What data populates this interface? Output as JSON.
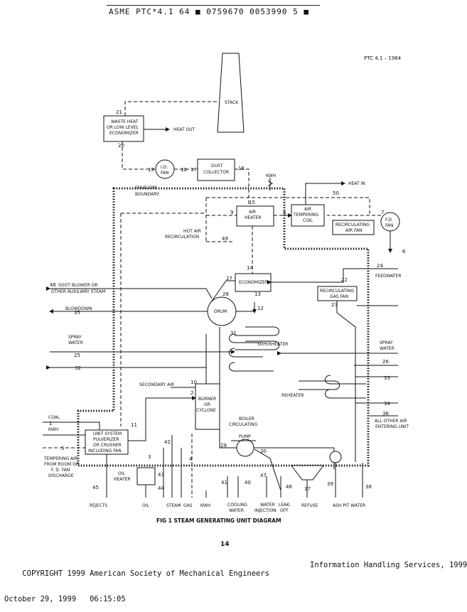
{
  "header": {
    "id_line": "ASME PTC*4.1 64 ■ 0759670 0053990 5 ■",
    "standard_ref": "PTC 4.1 – 1964"
  },
  "components": {
    "stack": "STACK",
    "economizer_waste_1": "WASTE HEAT",
    "economizer_waste_2": "OR LOW LEVEL",
    "economizer_waste_3": "ECONOMIZER",
    "heat_out": "HEAT OUT",
    "id_fan_1": "I.D.",
    "id_fan_2": "FAN",
    "dust_1": "DUST",
    "dust_2": "COLLECTOR",
    "kwh": "KWH",
    "heat_in": "HEAT IN",
    "envelope_1": "ENVELOPE",
    "envelope_2": "BOUNDARY:",
    "air_heater_1": "AIR",
    "air_heater_2": "HEATER",
    "tempering_1": "AIR",
    "tempering_2": "TEMPERING",
    "tempering_3": "COIL",
    "recirc_air_1": "RECIRCULATING",
    "recirc_air_2": "AIR FAN",
    "fd_fan_1": "F.D.",
    "fd_fan_2": "FAN",
    "hot_air_1": "HOT AIR",
    "hot_air_2": "RECIRCULATION",
    "economizer": "ECONOMIZER",
    "feedwater": "FEEDWATER",
    "soot_1": "SOOT BLOWER OR",
    "soot_2": "OTHER AUXILIARY STEAM",
    "recirc_gas_1": "RECIRCULATING",
    "recirc_gas_2": "GAS FAN",
    "blowdown": "BLOWDOWN",
    "drum": "DRUM",
    "spray_left_1": "SPRAY",
    "spray_left_2": "WATER",
    "superheater": "SUPERHEATER",
    "spray_right_1": "SPRAY",
    "spray_right_2": "WATER",
    "secondary_air": "SECONDARY AIR",
    "burner_1": "BURNER",
    "burner_2": "OR",
    "burner_3": "CYCLONE",
    "reheater": "REHEATER",
    "coal": "COAL",
    "kwh_left": "KWH",
    "pulv_1": "UNIT SYSTEM",
    "pulv_2": "PULVERIZER",
    "pulv_3": "OR CRUSHER",
    "pulv_4": "INCLUDING FAN",
    "boiler_pump_1": "BOILER",
    "boiler_pump_2": "CIRCULATING",
    "boiler_pump_3": "PUMP",
    "all_other_1": "ALL OTHER AIR",
    "all_other_2": "ENTERING UNIT",
    "tempering_air_1": "TEMPERING AIR",
    "tempering_air_2": "FROM ROOM OR",
    "tempering_air_3": "F. D. FAN",
    "tempering_air_4": "DISCHARGE",
    "oil_heater_1": "OIL",
    "oil_heater_2": "HEATER",
    "rejects": "REJECTS",
    "oil": "OIL",
    "steam": "STEAM",
    "gas": "GAS",
    "kwh_bottom": "KWH",
    "cooling_1": "COOLING",
    "cooling_2": "WATER",
    "water_inj_1": "WATER",
    "water_inj_2": "INJECTION",
    "leakoff_1": "LEAK-",
    "leakoff_2": "OFF",
    "refuse": "REFUSE",
    "ash_pit": "ASH PIT WATER"
  },
  "numbers": {
    "n1": "1",
    "n2": "2",
    "n3": "3",
    "n4": "4",
    "n5": "5",
    "n6": "6",
    "n7": "7",
    "n8": "8",
    "n9": "9",
    "n10": "10",
    "n11": "11",
    "n12": "12",
    "n13": "13",
    "n14": "14",
    "n15": "15",
    "n16": "16",
    "n17": "17",
    "n18": "18",
    "n19": "19",
    "n20": "20",
    "n21": "21",
    "n22": "22",
    "n23": "23",
    "n24": "24",
    "n25": "25",
    "n26": "26",
    "n27": "27",
    "n28": "28",
    "n29": "29",
    "n30": "30",
    "n31": "31",
    "n32": "32",
    "n33": "33",
    "n34": "34",
    "n35": "35",
    "n36": "36",
    "n37": "37",
    "n38": "38",
    "n39": "39",
    "n40": "40",
    "n41": "41",
    "n42": "42",
    "n43": "43",
    "n44": "44",
    "n45": "45",
    "n46": "46",
    "n47": "47",
    "n48": "48",
    "n49": "49",
    "n50": "50"
  },
  "caption": "FIG 1 STEAM GENERATING UNIT DIAGRAM",
  "page_number": "14",
  "footer": {
    "copyright": "COPYRIGHT 1999 American Society of Mechanical Engineers",
    "publisher": "Information Handling Services, 1999",
    "date": "October 29, 1999   06:15:05"
  }
}
